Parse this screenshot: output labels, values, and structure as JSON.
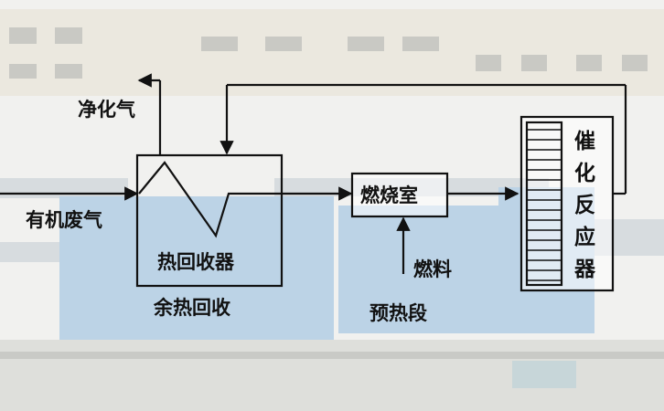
{
  "labels": {
    "purified_gas": "净化气",
    "organic_waste_gas": "有机废气",
    "heat_recovery_unit": "热回收器",
    "waste_heat_recovery": "余热回收",
    "combustion_chamber": "燃烧室",
    "fuel": "燃料",
    "preheating_section": "预热段",
    "catalytic_reactor_chars": [
      "催",
      "化",
      "反",
      "应",
      "器"
    ]
  },
  "colors": {
    "line": "#111111",
    "photo_sky": "#f3f3f1",
    "photo_building": "#e9e6dc",
    "photo_equipment": "#cfd8dd",
    "photo_blue_unit": "#b9d2e6",
    "photo_ground": "#dcdcd8"
  }
}
